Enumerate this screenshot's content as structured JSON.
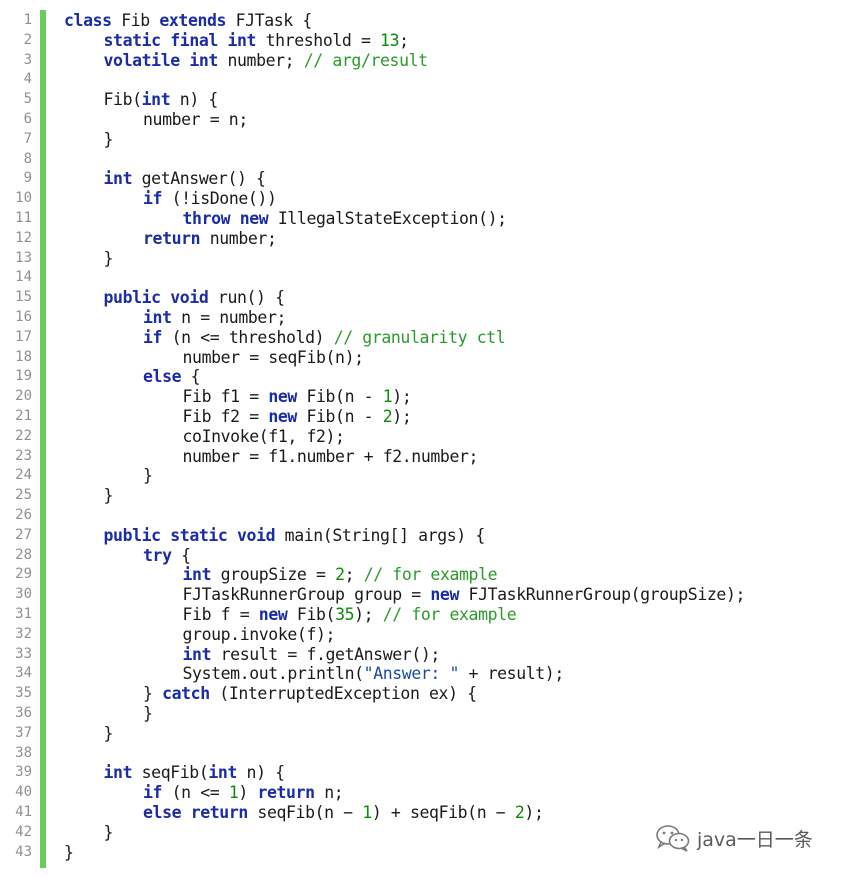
{
  "editor": {
    "lines": [
      {
        "n": "1",
        "indent": 0,
        "tokens": [
          [
            "kw",
            "class"
          ],
          [
            "t",
            " Fib "
          ],
          [
            "kw",
            "extends"
          ],
          [
            "t",
            " FJTask {"
          ]
        ]
      },
      {
        "n": "2",
        "indent": 1,
        "tokens": [
          [
            "kw",
            "static"
          ],
          [
            "t",
            " "
          ],
          [
            "kw",
            "final"
          ],
          [
            "t",
            " "
          ],
          [
            "kw",
            "int"
          ],
          [
            "t",
            " threshold = "
          ],
          [
            "num",
            "13"
          ],
          [
            "t",
            ";"
          ]
        ]
      },
      {
        "n": "3",
        "indent": 1,
        "tokens": [
          [
            "kw",
            "volatile"
          ],
          [
            "t",
            " "
          ],
          [
            "kw",
            "int"
          ],
          [
            "t",
            " number; "
          ],
          [
            "cm",
            "// arg/result"
          ]
        ]
      },
      {
        "n": "4",
        "indent": 0,
        "tokens": []
      },
      {
        "n": "5",
        "indent": 1,
        "tokens": [
          [
            "t",
            "Fib("
          ],
          [
            "kw",
            "int"
          ],
          [
            "t",
            " n) {"
          ]
        ]
      },
      {
        "n": "6",
        "indent": 2,
        "tokens": [
          [
            "t",
            "number = n;"
          ]
        ]
      },
      {
        "n": "7",
        "indent": 1,
        "tokens": [
          [
            "t",
            "}"
          ]
        ]
      },
      {
        "n": "8",
        "indent": 0,
        "tokens": []
      },
      {
        "n": "9",
        "indent": 1,
        "tokens": [
          [
            "kw",
            "int"
          ],
          [
            "t",
            " getAnswer() {"
          ]
        ]
      },
      {
        "n": "10",
        "indent": 2,
        "tokens": [
          [
            "kw",
            "if"
          ],
          [
            "t",
            " (!isDone())"
          ]
        ]
      },
      {
        "n": "11",
        "indent": 3,
        "tokens": [
          [
            "kw",
            "throw"
          ],
          [
            "t",
            " "
          ],
          [
            "kw",
            "new"
          ],
          [
            "t",
            " IllegalStateException();"
          ]
        ]
      },
      {
        "n": "12",
        "indent": 2,
        "tokens": [
          [
            "kw",
            "return"
          ],
          [
            "t",
            " number;"
          ]
        ]
      },
      {
        "n": "13",
        "indent": 1,
        "tokens": [
          [
            "t",
            "}"
          ]
        ]
      },
      {
        "n": "14",
        "indent": 0,
        "tokens": []
      },
      {
        "n": "15",
        "indent": 1,
        "tokens": [
          [
            "kw",
            "public"
          ],
          [
            "t",
            " "
          ],
          [
            "kw",
            "void"
          ],
          [
            "t",
            " run() {"
          ]
        ]
      },
      {
        "n": "16",
        "indent": 2,
        "tokens": [
          [
            "kw",
            "int"
          ],
          [
            "t",
            " n = number;"
          ]
        ]
      },
      {
        "n": "17",
        "indent": 2,
        "tokens": [
          [
            "kw",
            "if"
          ],
          [
            "t",
            " (n <= threshold) "
          ],
          [
            "cm",
            "// granularity ctl"
          ]
        ]
      },
      {
        "n": "18",
        "indent": 3,
        "tokens": [
          [
            "t",
            "number = seqFib(n);"
          ]
        ]
      },
      {
        "n": "19",
        "indent": 2,
        "tokens": [
          [
            "kw",
            "else"
          ],
          [
            "t",
            " {"
          ]
        ]
      },
      {
        "n": "20",
        "indent": 3,
        "tokens": [
          [
            "t",
            "Fib f1 = "
          ],
          [
            "kw",
            "new"
          ],
          [
            "t",
            " Fib(n - "
          ],
          [
            "num",
            "1"
          ],
          [
            "t",
            ");"
          ]
        ]
      },
      {
        "n": "21",
        "indent": 3,
        "tokens": [
          [
            "t",
            "Fib f2 = "
          ],
          [
            "kw",
            "new"
          ],
          [
            "t",
            " Fib(n - "
          ],
          [
            "num",
            "2"
          ],
          [
            "t",
            ");"
          ]
        ]
      },
      {
        "n": "22",
        "indent": 3,
        "tokens": [
          [
            "t",
            "coInvoke(f1, f2);"
          ]
        ]
      },
      {
        "n": "23",
        "indent": 3,
        "tokens": [
          [
            "t",
            "number = f1.number + f2.number;"
          ]
        ]
      },
      {
        "n": "24",
        "indent": 2,
        "tokens": [
          [
            "t",
            "}"
          ]
        ]
      },
      {
        "n": "25",
        "indent": 1,
        "tokens": [
          [
            "t",
            "}"
          ]
        ]
      },
      {
        "n": "26",
        "indent": 0,
        "tokens": []
      },
      {
        "n": "27",
        "indent": 1,
        "tokens": [
          [
            "kw",
            "public"
          ],
          [
            "t",
            " "
          ],
          [
            "kw",
            "static"
          ],
          [
            "t",
            " "
          ],
          [
            "kw",
            "void"
          ],
          [
            "t",
            " main(String[] args) {"
          ]
        ]
      },
      {
        "n": "28",
        "indent": 2,
        "tokens": [
          [
            "kw",
            "try"
          ],
          [
            "t",
            " {"
          ]
        ]
      },
      {
        "n": "29",
        "indent": 3,
        "tokens": [
          [
            "kw",
            "int"
          ],
          [
            "t",
            " groupSize = "
          ],
          [
            "num",
            "2"
          ],
          [
            "t",
            "; "
          ],
          [
            "cm",
            "// for example"
          ]
        ]
      },
      {
        "n": "30",
        "indent": 3,
        "tokens": [
          [
            "t",
            "FJTaskRunnerGroup group = "
          ],
          [
            "kw",
            "new"
          ],
          [
            "t",
            " FJTaskRunnerGroup(groupSize);"
          ]
        ]
      },
      {
        "n": "31",
        "indent": 3,
        "tokens": [
          [
            "t",
            "Fib f = "
          ],
          [
            "kw",
            "new"
          ],
          [
            "t",
            " Fib("
          ],
          [
            "num",
            "35"
          ],
          [
            "t",
            "); "
          ],
          [
            "cm",
            "// for example"
          ]
        ]
      },
      {
        "n": "32",
        "indent": 3,
        "tokens": [
          [
            "t",
            "group.invoke(f);"
          ]
        ]
      },
      {
        "n": "33",
        "indent": 3,
        "tokens": [
          [
            "kw",
            "int"
          ],
          [
            "t",
            " result = f.getAnswer();"
          ]
        ]
      },
      {
        "n": "34",
        "indent": 3,
        "tokens": [
          [
            "t",
            "System.out.println("
          ],
          [
            "str",
            "\"Answer: \""
          ],
          [
            "t",
            " + result);"
          ]
        ]
      },
      {
        "n": "35",
        "indent": 2,
        "tokens": [
          [
            "t",
            "} "
          ],
          [
            "kw",
            "catch"
          ],
          [
            "t",
            " (InterruptedException ex) {"
          ]
        ]
      },
      {
        "n": "36",
        "indent": 2,
        "tokens": [
          [
            "t",
            "}"
          ]
        ]
      },
      {
        "n": "37",
        "indent": 1,
        "tokens": [
          [
            "t",
            "}"
          ]
        ]
      },
      {
        "n": "38",
        "indent": 0,
        "tokens": []
      },
      {
        "n": "39",
        "indent": 1,
        "tokens": [
          [
            "kw",
            "int"
          ],
          [
            "t",
            " seqFib("
          ],
          [
            "kw",
            "int"
          ],
          [
            "t",
            " n) {"
          ]
        ]
      },
      {
        "n": "40",
        "indent": 2,
        "tokens": [
          [
            "kw",
            "if"
          ],
          [
            "t",
            " (n <= "
          ],
          [
            "num",
            "1"
          ],
          [
            "t",
            ") "
          ],
          [
            "kw",
            "return"
          ],
          [
            "t",
            " n;"
          ]
        ]
      },
      {
        "n": "41",
        "indent": 2,
        "tokens": [
          [
            "kw",
            "else"
          ],
          [
            "t",
            " "
          ],
          [
            "kw",
            "return"
          ],
          [
            "t",
            " seqFib(n − "
          ],
          [
            "num",
            "1"
          ],
          [
            "t",
            ") + seqFib(n − "
          ],
          [
            "num",
            "2"
          ],
          [
            "t",
            ");"
          ]
        ]
      },
      {
        "n": "42",
        "indent": 1,
        "tokens": [
          [
            "t",
            "}"
          ]
        ]
      },
      {
        "n": "43",
        "indent": 0,
        "tokens": [
          [
            "t",
            "}"
          ]
        ]
      }
    ]
  },
  "watermark": {
    "icon": "wechat-icon",
    "text": "java一日一条"
  },
  "colors": {
    "keyword": "#1a2ca6",
    "number": "#0a8a0a",
    "comment": "#2a9a2a",
    "string": "#1a4aa6",
    "gutter_bar": "#6ccb5f",
    "line_number": "#909090"
  }
}
